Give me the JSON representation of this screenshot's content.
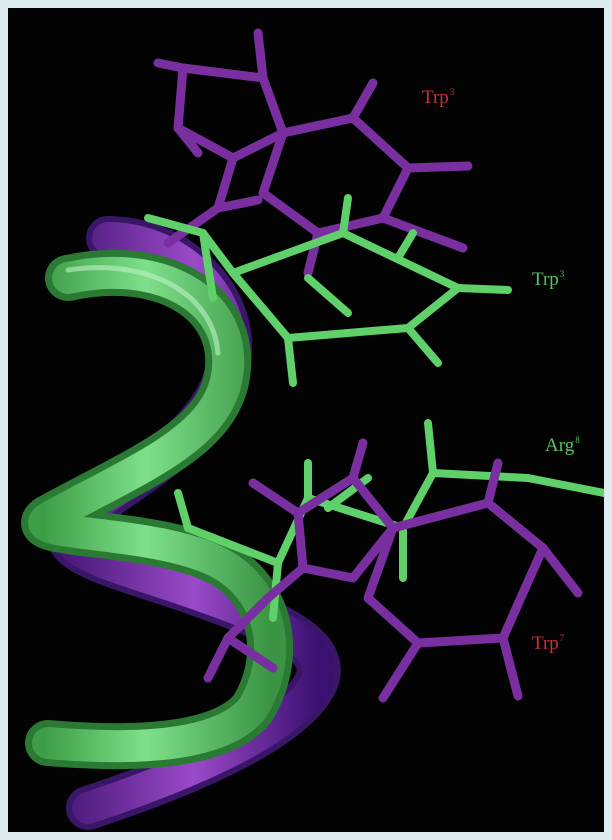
{
  "labels": {
    "trp_top_red": {
      "name": "Trp",
      "sup": "3"
    },
    "trp_green": {
      "name": "Trp",
      "sup": "3"
    },
    "arg_green": {
      "name": "Arg",
      "sup": "8"
    },
    "trp_bottom_red": {
      "name": "Trp",
      "sup": "7"
    }
  },
  "colors": {
    "background": "#030303",
    "border": "#dcecef",
    "purple": "#7a2fa0",
    "green": "#5fd06a",
    "red_label": "#c8323c",
    "green_label": "#5cc160"
  }
}
